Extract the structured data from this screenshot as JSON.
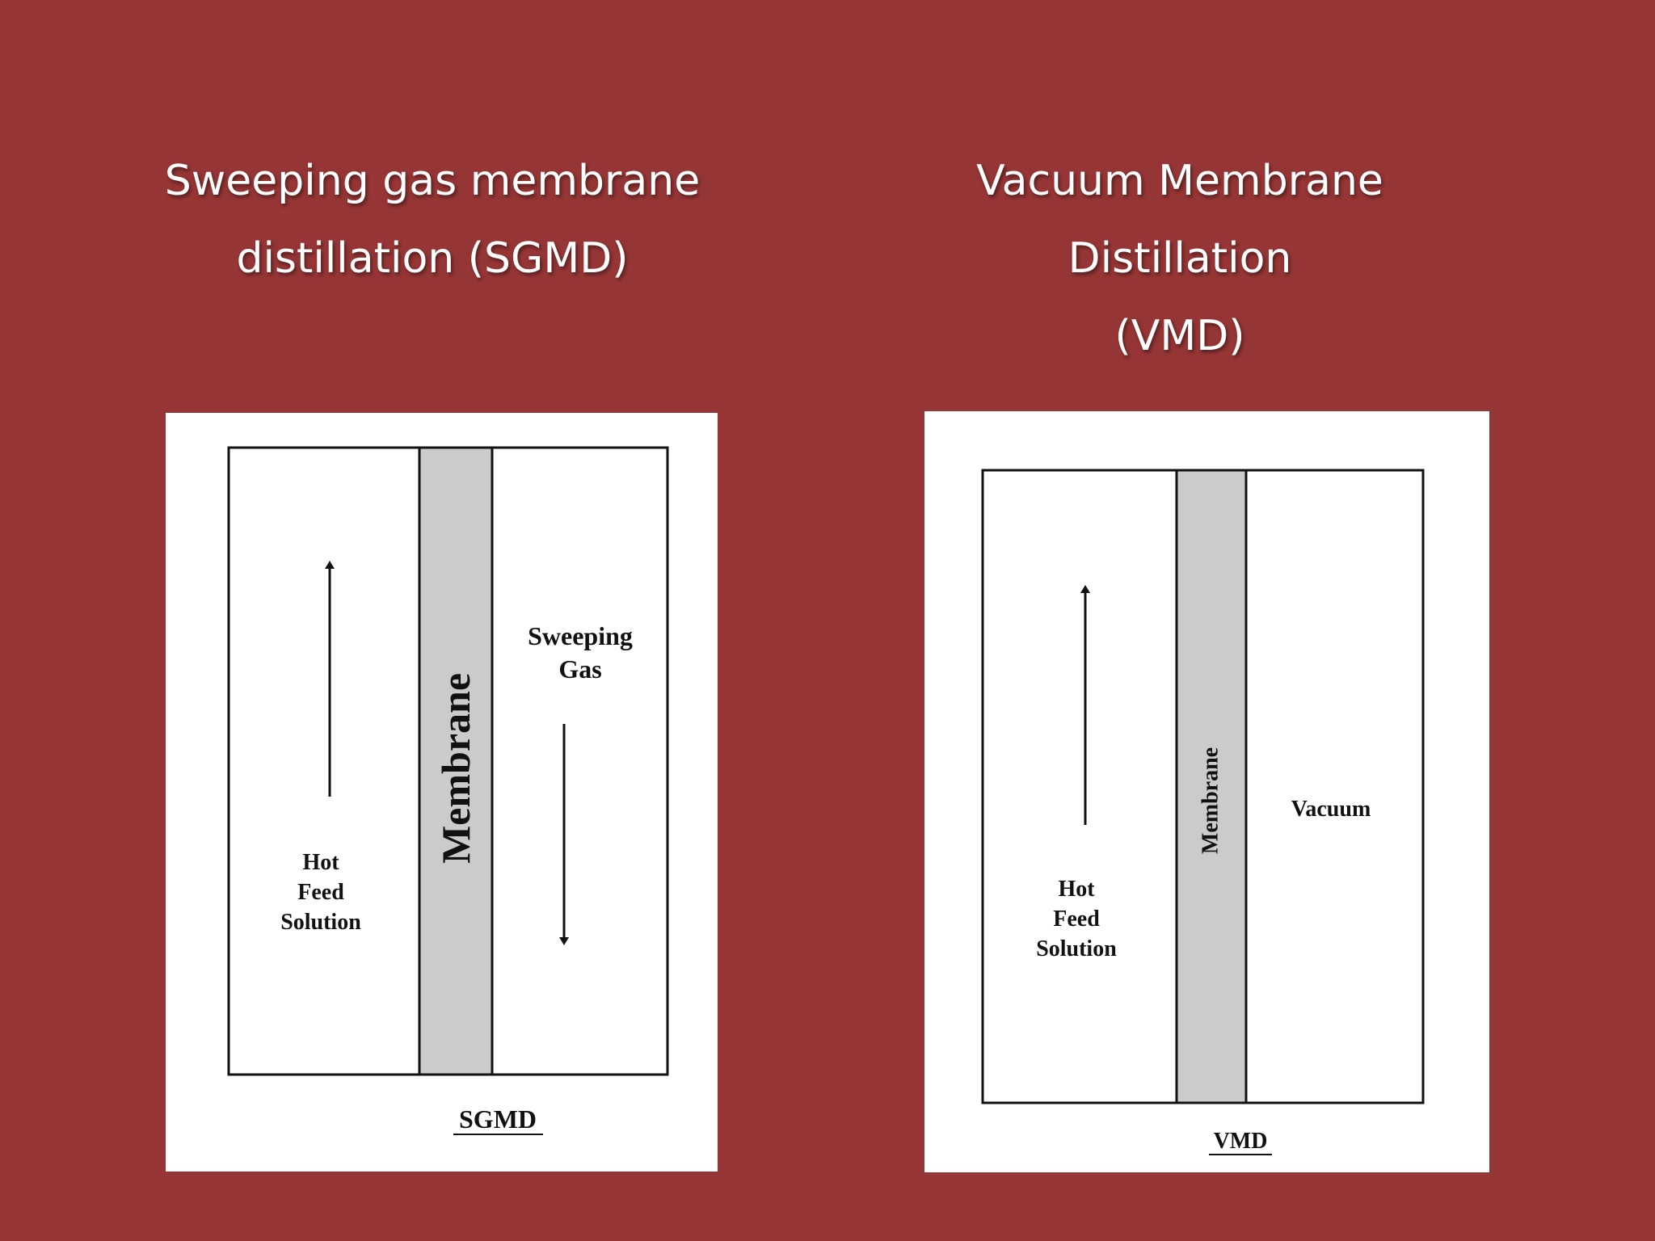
{
  "slide": {
    "background_color": "#963535",
    "title_color": "#ffffff"
  },
  "sgmd": {
    "title_lines": [
      "Sweeping gas membrane",
      "distillation (SGMD)"
    ],
    "membrane_label": "Membrane",
    "feed_label_lines": [
      "Hot",
      "Feed",
      "Solution"
    ],
    "permeate_label_lines": [
      "Sweeping",
      "Gas"
    ],
    "caption": "SGMD",
    "membrane_color": "#cbcbcb"
  },
  "vmd": {
    "title_lines": [
      "Vacuum Membrane",
      "Distillation",
      "(VMD)"
    ],
    "membrane_label": "Membrane",
    "feed_label_lines": [
      "Hot",
      "Feed",
      "Solution"
    ],
    "permeate_label": "Vacuum",
    "caption": "VMD",
    "membrane_color": "#cbcbcb"
  }
}
